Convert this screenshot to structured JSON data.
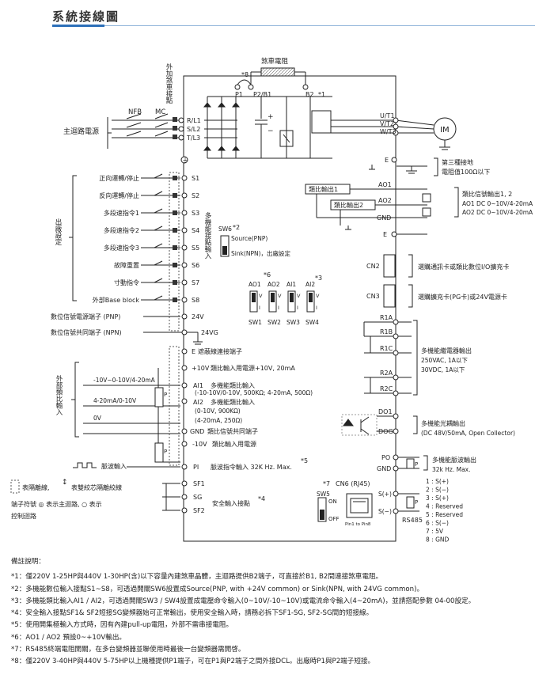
{
  "title": "系統接線圖",
  "main_circuit": {
    "main_power": "主迴路電源",
    "nfb": "NFB",
    "mc": "MC",
    "inputs": [
      "R/L1",
      "S/L2",
      "T/L3"
    ],
    "outputs": [
      "U/T1",
      "V/T2",
      "W/T3"
    ],
    "motor": "IM",
    "brake_resistor": "煞車電阻",
    "external_brake_contact": "外加煞車接點",
    "p1": "P1",
    "p2b1": "P2/B1",
    "b2": "B2",
    "ref1": "*1",
    "ref8": "*8",
    "plus": "+",
    "minus": "−"
  },
  "digital_inputs": {
    "group_label": "出廠設定",
    "items": [
      {
        "label": "正向運轉/停止",
        "terminal": "S1"
      },
      {
        "label": "反向運轉/停止",
        "terminal": "S2"
      },
      {
        "label": "多段速指令1",
        "terminal": "S3"
      },
      {
        "label": "多段速指令2",
        "terminal": "S4"
      },
      {
        "label": "多段速指令3",
        "terminal": "S5"
      },
      {
        "label": "故障重置",
        "terminal": "S6"
      },
      {
        "label": "寸動指令",
        "terminal": "S7"
      },
      {
        "label": "外部Base block",
        "terminal": "S8"
      }
    ],
    "multi_input_label": "多機能接點輸入",
    "sw6": "SW6",
    "ref2": "*2",
    "source": "Source(PNP)",
    "sink": "Sink(NPN)，出廠設定",
    "power_24v_label": "數位信號電源端子 (PNP)",
    "common_label": "數位信號共同端子 (NPN)",
    "t24v": "24V",
    "t24vg": "24VG"
  },
  "switches": {
    "ref6": "*6",
    "ref3": "*3",
    "top": [
      "AO1",
      "AO2",
      "AI1",
      "AI2"
    ],
    "bottom": [
      "SW1",
      "SW2",
      "SW3",
      "SW4"
    ],
    "v": "V",
    "i": "I"
  },
  "analog_inputs": {
    "group_label": "外部類比輸入",
    "shield": "遮蔽線連接端子",
    "e": "E",
    "plus10v": "+10V",
    "plus10v_desc": "類比輸入用電源+10V, 20mA",
    "signal1": "-10V~0-10V/4-20mA",
    "signal2": "4-20mA/0-10V",
    "signal3": "0V",
    "ai1": "AI1",
    "ai1_desc1": "多機能類比輸入",
    "ai1_desc2": "(-10-10V/0-10V, 500KΩ; 4-20mA, 500Ω)",
    "ai2": "AI2",
    "ai2_desc1": "多機能類比輸入",
    "ai2_desc2": "(0-10V, 900KΩ)",
    "ai2_desc3": "(4-20mA, 250Ω)",
    "gnd": "GND",
    "gnd_desc": "類比信號共同端子",
    "minus10v": "-10V",
    "minus10v_desc": "類比輸入用電源",
    "p": "P"
  },
  "pulse_input": {
    "label": "脈波輸入",
    "pi": "PI",
    "desc": "脈波指令輸入 32K Hz. Max.",
    "ref5": "*5"
  },
  "safety": {
    "sf1": "SF1",
    "sg": "SG",
    "sf2": "SF2",
    "desc": "安全輸入接點",
    "ref4": "*4"
  },
  "legend": {
    "shield": "表隔離線,",
    "twisted": "表雙絞芯隔離絞線",
    "line2": "端子符號 ◎ 表示主迴路, ○ 表示",
    "line3": "控制迴路"
  },
  "right": {
    "e": "E",
    "ground_label1": "第三種接地",
    "ground_label2": "電阻值100Ω以下",
    "ao_box1": "類比輸出1",
    "ao_box2": "類比輸出2",
    "ao1": "AO1",
    "ao2": "AO2",
    "gnd": "GND",
    "ao_title": "類比信號輸出1, 2",
    "ao1_desc": "AO1 DC 0~10V/4-20mA",
    "ao2_desc": "AO2 DC 0~10V/4-20mA",
    "cn2": "CN2",
    "cn2_desc": "選購通訊卡或類比數位I/O擴充卡",
    "cn3": "CN3",
    "cn3_desc": "選購擴充卡(PG卡)或24V電源卡",
    "r1a": "R1A",
    "r1b": "R1B",
    "r1c": "R1C",
    "r2a": "R2A",
    "r2c": "R2C",
    "relay_title": "多機能繼電器輸出",
    "relay_d1": "250VAC, 1A以下",
    "relay_d2": "30VDC, 1A以下",
    "do1": "DO1",
    "dog": "DOG",
    "photo_title": "多機能光耦輸出",
    "photo_d": "(DC 48V/50mA, Open Collector)",
    "po": "PO",
    "pgnd": "GND",
    "pulse_title": "多機能脈波輸出",
    "pulse_d": "32k Hz. Max.",
    "sw5": "SW5",
    "ref7": "*7",
    "cn6": "CN6 (RJ45)",
    "on": "ON",
    "off": "OFF",
    "pin": "Pin1 to Pin8",
    "splus": "S(+)",
    "sminus": "S(−)",
    "rs485": "RS485",
    "pins": [
      "1 : S(+)",
      "2 : S(−)",
      "3 : S(+)",
      "4 : Reserved",
      "5 : Reserved",
      "6 : S(−)",
      "7 : 5V",
      "8 : GND"
    ]
  },
  "notes": {
    "heading": "備註說明：",
    "items": [
      "*1：僅220V 1-25HP與440V 1-30HP(含)以下容量內建煞車晶體，主迴路提供B2端子，可直接於B1, B2間連接煞車電阻。",
      "*2：多機能數位輸入接點S1~S8，可透過開關SW6設置成Source(PNP, with +24V common) or Sink(NPN, with 24VG common)。",
      "*3：多機能類比輸入AI1 / AI2，可透過開關SW3 / SW4設置成電壓命令輸入(0~10V/-10~10V)或電流命令輸入(4~20mA)，並請搭配參數 04-00設定。",
      "*4：安全輸入接點SF1& SF2短接SG變頻器始可正常輸出，使用安全輸入時，請務必拆下SF1-SG, SF2-SG間的短接線。",
      "*5：使用開集極輸入方式時，因有內建pull-up電阻，外部不需串接電阻。",
      "*6：AO1 / AO2 預設0~+10V輸出。",
      "*7：RS485終端電阻開關，在多台變頻器並聯使用時最後一台變頻器需開啓。",
      "*8：僅220V 3-40HP與440V 5-75HP以上機種提供P1端子，可在P1與P2端子之間外接DCL。出廠時P1與P2端子短接。"
    ]
  }
}
